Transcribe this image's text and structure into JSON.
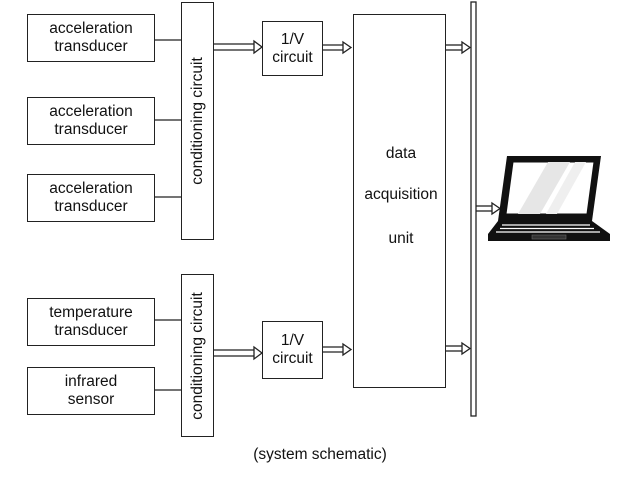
{
  "sensors": [
    {
      "line1": "acceleration",
      "line2": "transducer"
    },
    {
      "line1": "acceleration",
      "line2": "transducer"
    },
    {
      "line1": "acceleration",
      "line2": "transducer"
    },
    {
      "line1": "temperature",
      "line2": "transducer"
    },
    {
      "line1": "infrared",
      "line2": "sensor"
    }
  ],
  "conditioning": [
    "conditioning circuit",
    "conditioning circuit"
  ],
  "iv_circuits": [
    {
      "line1": "1/V",
      "line2": "circuit"
    },
    {
      "line1": "1/V",
      "line2": "circuit"
    }
  ],
  "daq": {
    "line1": "data",
    "line2": "acquisition",
    "line3": "unit"
  },
  "icons": {
    "computer": "laptop-icon"
  },
  "caption": "(system schematic)"
}
